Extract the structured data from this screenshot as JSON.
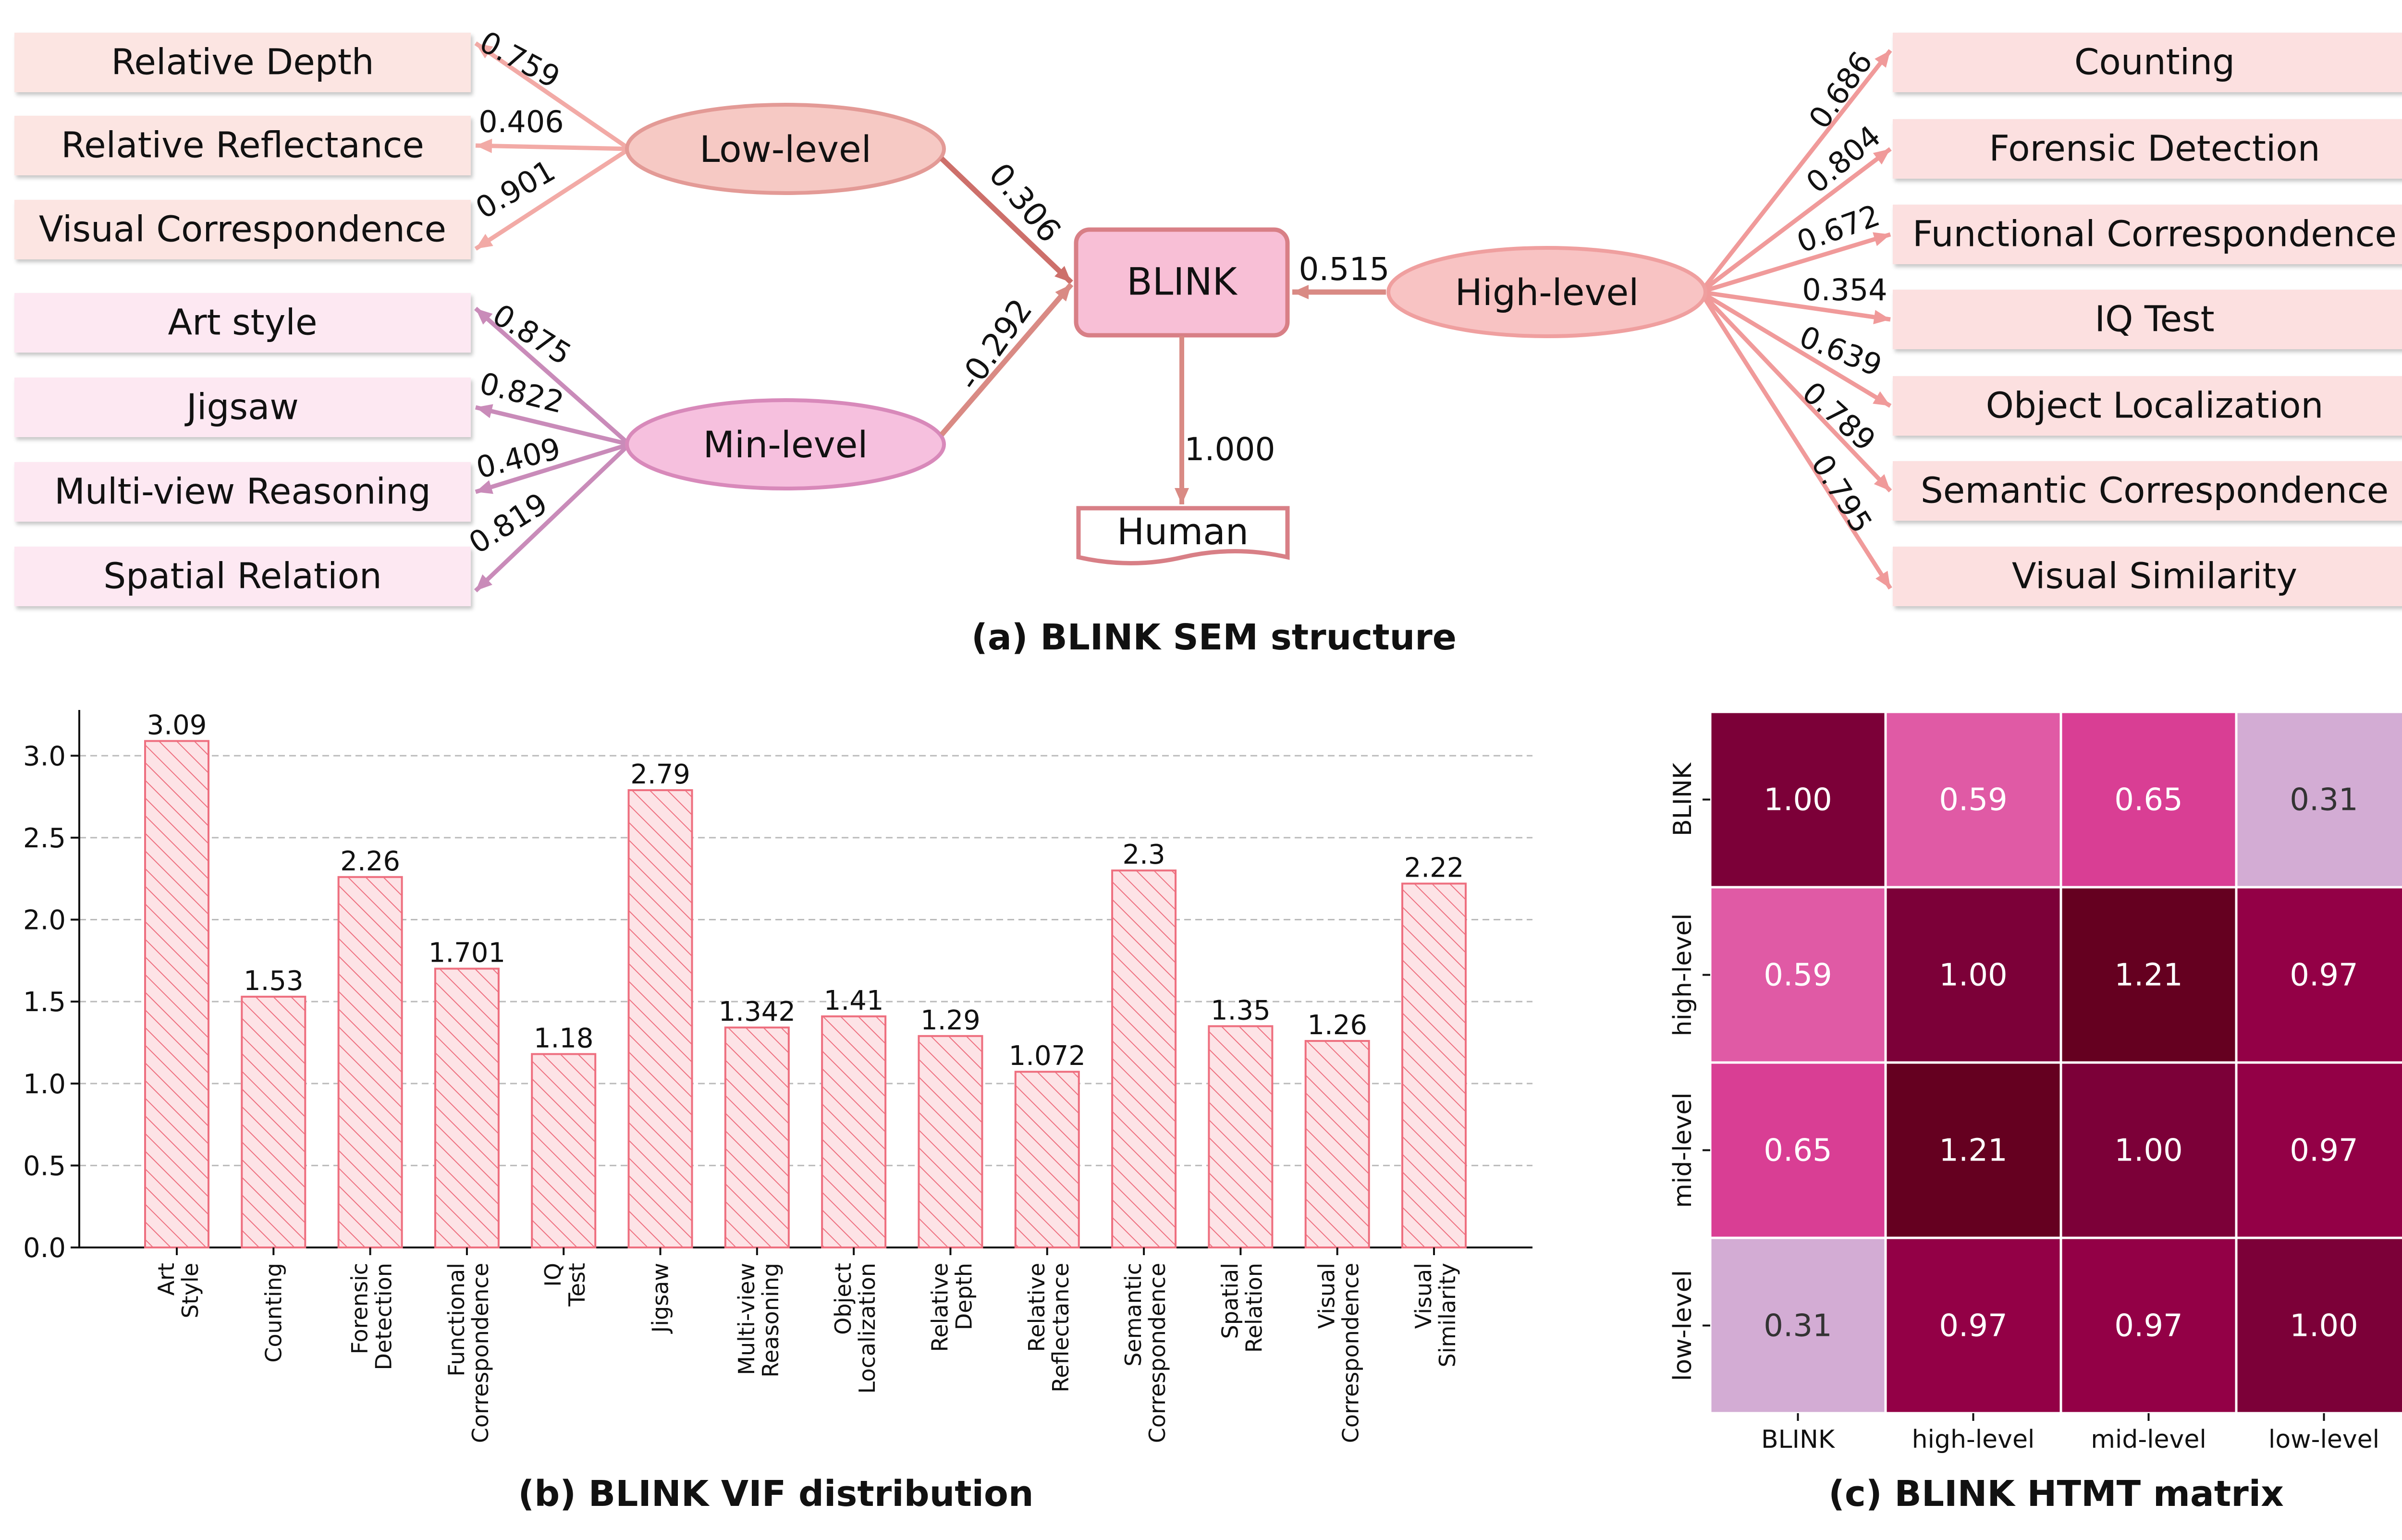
{
  "figure": {
    "caption_a": "(a) BLINK SEM structure",
    "caption_b": "(b) BLINK VIF distribution",
    "caption_c": "(c) BLINK HTMT matrix"
  },
  "sem": {
    "center": "BLINK",
    "outcome": "Human",
    "outcome_loading": "1.000",
    "colors": {
      "low": "#f2b8b4",
      "mid": "#ee9fce",
      "high": "#f4a3a3",
      "center": "#f8bfd6",
      "arrow_low": "#cd6f6a",
      "arrow_mid": "#c98bb9",
      "arrow_high": "#f09a9a"
    },
    "latents": [
      {
        "key": "low",
        "label": "Low-level",
        "path": "0.306"
      },
      {
        "key": "mid",
        "label": "Min-level",
        "path": "-0.292"
      },
      {
        "key": "high",
        "label": "High-level",
        "path": "0.515"
      }
    ],
    "indicators_low": [
      {
        "label": "Relative Depth",
        "loading": "0.759"
      },
      {
        "label": "Relative Reflectance",
        "loading": "0.406"
      },
      {
        "label": "Visual Correspondence",
        "loading": "0.901"
      }
    ],
    "indicators_mid": [
      {
        "label": "Art style",
        "loading": "0.875"
      },
      {
        "label": "Jigsaw",
        "loading": "0.822"
      },
      {
        "label": "Multi-view Reasoning",
        "loading": "0.409"
      },
      {
        "label": "Spatial Relation",
        "loading": "0.819"
      }
    ],
    "indicators_high": [
      {
        "label": "Counting",
        "loading": "0.686"
      },
      {
        "label": "Forensic Detection",
        "loading": "0.804"
      },
      {
        "label": "Functional Correspondence",
        "loading": "0.672"
      },
      {
        "label": "IQ Test",
        "loading": "0.354"
      },
      {
        "label": "Object Localization",
        "loading": "0.639"
      },
      {
        "label": "Semantic Correspondence",
        "loading": "0.789"
      },
      {
        "label": "Visual Similarity",
        "loading": "0.795"
      }
    ]
  },
  "chart_data": [
    {
      "type": "bar",
      "title": "(b) BLINK VIF distribution",
      "categories": [
        [
          "Art",
          "Style"
        ],
        [
          "Counting"
        ],
        [
          "Forensic",
          "Detection"
        ],
        [
          "Functional",
          "Correspondence"
        ],
        [
          "IQ",
          "Test"
        ],
        [
          "Jigsaw"
        ],
        [
          "Multi-view",
          "Reasoning"
        ],
        [
          "Object",
          "Localization"
        ],
        [
          "Relative",
          "Depth"
        ],
        [
          "Relative",
          "Reflectance"
        ],
        [
          "Semantic",
          "Correspondence"
        ],
        [
          "Spatial",
          "Relation"
        ],
        [
          "Visual",
          "Correspondence"
        ],
        [
          "Visual",
          "Similarity"
        ]
      ],
      "values": [
        3.09,
        1.53,
        2.26,
        1.701,
        1.18,
        2.79,
        1.342,
        1.41,
        1.29,
        1.072,
        2.3,
        1.35,
        1.26,
        2.22
      ],
      "value_labels": [
        "3.09",
        "1.53",
        "2.26",
        "1.701",
        "1.18",
        "2.79",
        "1.342",
        "1.41",
        "1.29",
        "1.072",
        "2.3",
        "1.35",
        "1.26",
        "2.22"
      ],
      "yticks": [
        "0.0",
        "0.5",
        "1.0",
        "1.5",
        "2.0",
        "2.5",
        "3.0"
      ],
      "ylim": [
        0,
        3.25
      ],
      "grid": "horizontal dashed",
      "bar_fill": "#fde3e6",
      "bar_stroke": "#ee6f7f",
      "hatch": "diagonal"
    },
    {
      "type": "heatmap",
      "title": "(c) BLINK HTMT matrix",
      "rows": [
        "BLINK",
        "high-level",
        "mid-level",
        "low-level"
      ],
      "cols": [
        "BLINK",
        "high-level",
        "mid-level",
        "low-level"
      ],
      "values": [
        [
          1.0,
          0.59,
          0.65,
          0.31
        ],
        [
          0.59,
          1.0,
          1.21,
          0.97
        ],
        [
          0.65,
          1.21,
          1.0,
          0.97
        ],
        [
          0.31,
          0.97,
          0.97,
          1.0
        ]
      ],
      "cell_labels": [
        [
          "1.00",
          "0.59",
          "0.65",
          "0.31"
        ],
        [
          "0.59",
          "1.00",
          "1.21",
          "0.97"
        ],
        [
          "0.65",
          "1.21",
          "1.00",
          "0.97"
        ],
        [
          "0.31",
          "0.97",
          "0.97",
          "1.00"
        ]
      ],
      "colormap_stops": [
        "#d3acd4",
        "#e05aa5",
        "#d93e94",
        "#930046",
        "#7c0038",
        "#650020"
      ]
    }
  ]
}
